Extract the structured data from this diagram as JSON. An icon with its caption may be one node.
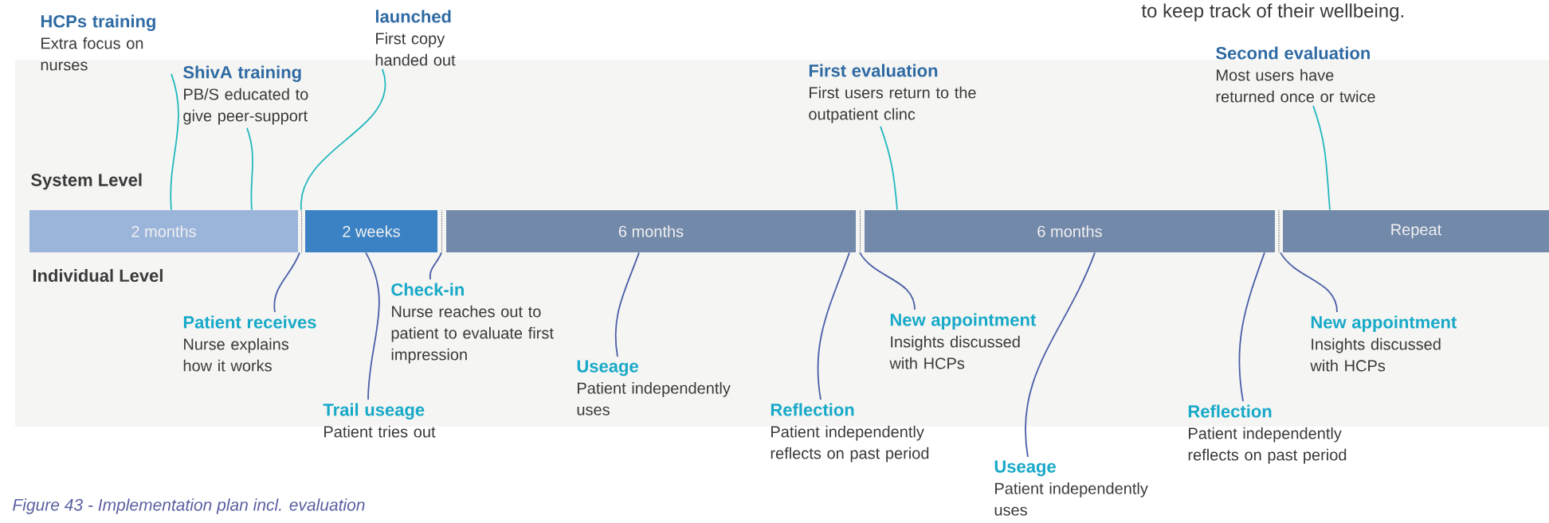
{
  "diagram": {
    "caption": "Figure 43 - Implementation plan incl. evaluation",
    "nodes": [
      {
        "text": [
          "HCPs training",
          "Extra focus on nurses"
        ]
      },
      {
        "text": [
          "ShivA training",
          "PB/S educated to give peer-support"
        ]
      },
      {
        "text": [
          "launched",
          "First copy handed out"
        ]
      },
      {
        "text": [
          "First evaluation",
          "First users return to the outpatient clinc"
        ]
      },
      {
        "text": [
          "Second evaluation",
          "Most users have returned once or twice"
        ]
      },
      {
        "text": [
          "Patient receives",
          "Nurse explains how it works"
        ]
      },
      {
        "text": [
          "Trail useage",
          "Patient tries out"
        ]
      },
      {
        "text": [
          "Check-in",
          "Nurse reaches out to patient to evaluate first impression"
        ]
      },
      {
        "text": [
          "Useage",
          "Patient independently uses"
        ]
      },
      {
        "text": [
          "Reflection",
          "Patient independently reflects on past period"
        ]
      },
      {
        "text": [
          "New appointment",
          "Insights discussed with HCPs"
        ]
      },
      {
        "text": [
          "Useage",
          "Patient independently uses"
        ]
      },
      {
        "text": [
          "Reflection",
          "Patient independently reflects on past period"
        ]
      },
      {
        "text": [
          "New appointment",
          "Insights discussed with HCPs"
        ]
      },
      {
        "text": [
          "2 months"
        ]
      },
      {
        "text": [
          "2 weeks"
        ]
      },
      {
        "text": [
          "6 months"
        ]
      },
      {
        "text": [
          "6 months"
        ]
      },
      {
        "text": [
          "Repeat"
        ]
      },
      {
        "text": [],
        "shape": "line"
      },
      {
        "text": [],
        "shape": "line"
      },
      {
        "text": [],
        "shape": "line"
      },
      {
        "text": [],
        "shape": "line"
      }
    ],
    "edges": [
      {
        "from": 0,
        "to": 14,
        "arrow": "none",
        "color": "#22b8bf"
      },
      {
        "from": 1,
        "to": 14,
        "arrow": "none",
        "color": "#22b8bf"
      },
      {
        "from": 2,
        "to": 19,
        "arrow": "none",
        "color": "#22b8bf"
      },
      {
        "from": 3,
        "to": 17,
        "arrow": "none",
        "color": "#22b8bf"
      },
      {
        "from": 4,
        "to": 18,
        "arrow": "none",
        "color": "#22b8bf"
      },
      {
        "from": 5,
        "to": 19,
        "arrow": "none"
      },
      {
        "from": 6,
        "to": 15,
        "arrow": "none"
      },
      {
        "from": 7,
        "to": 20,
        "arrow": "none"
      },
      {
        "from": 8,
        "to": 16,
        "arrow": "none"
      },
      {
        "from": 9,
        "to": 16,
        "arrow": "none"
      },
      {
        "from": 10,
        "to": 21,
        "arrow": "none"
      },
      {
        "from": 11,
        "to": 17,
        "arrow": "none"
      },
      {
        "from": 12,
        "to": 17,
        "arrow": "none"
      },
      {
        "from": 13,
        "to": 22,
        "arrow": "none"
      }
    ],
    "labels": [
      "to keep track of their wellbeing.",
      "System Level",
      "Individual Level"
    ]
  }
}
